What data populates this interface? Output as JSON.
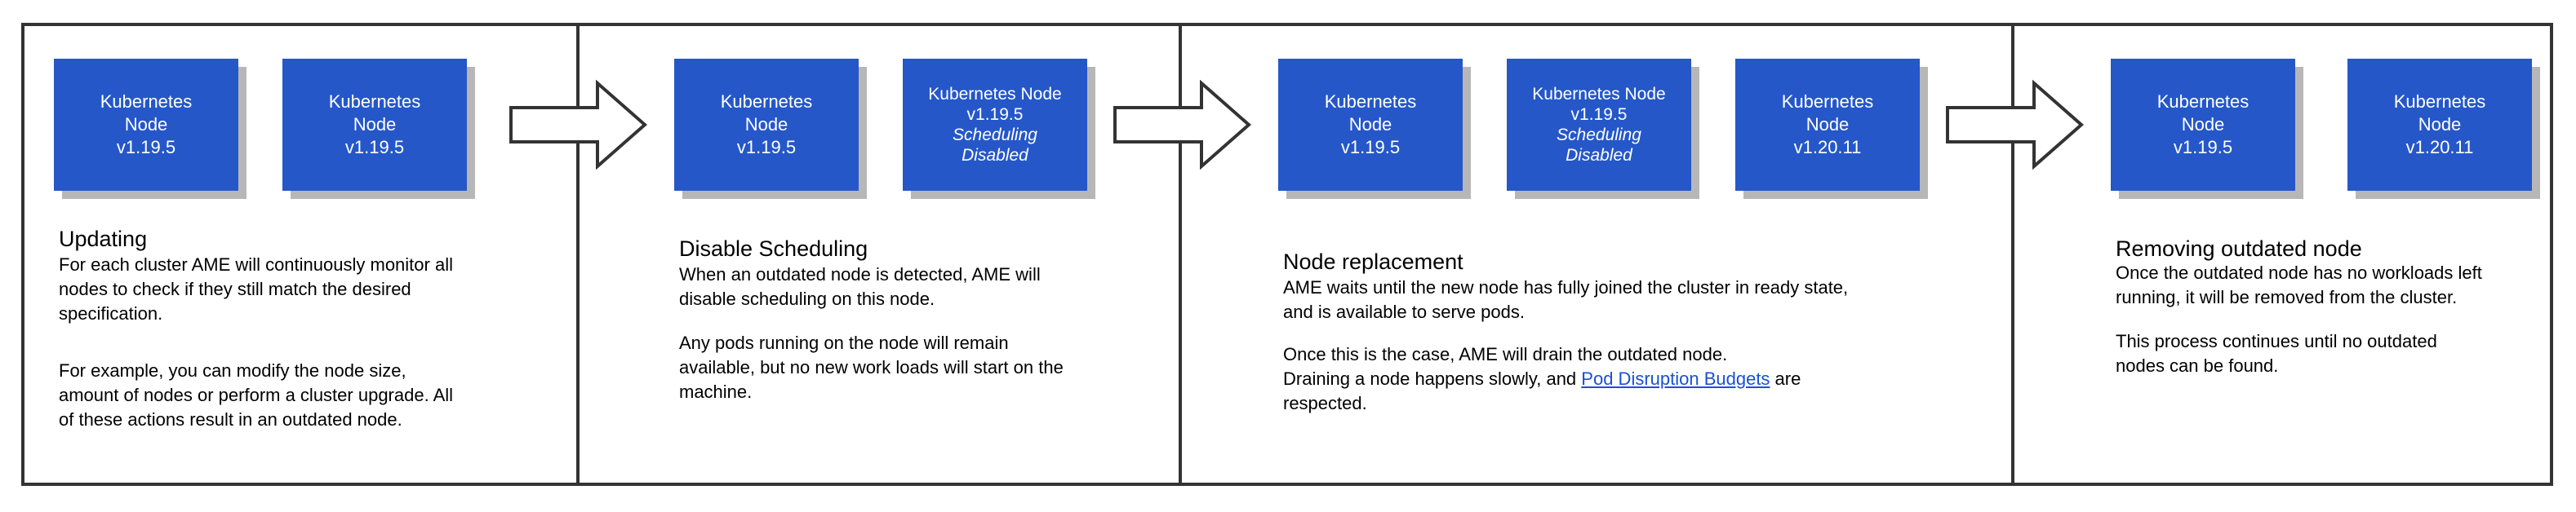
{
  "panels": [
    {
      "title": "Updating",
      "paragraphs": [
        "For each cluster AME will continuously monitor all\nnodes to check if they still match the desired\nspecification.",
        "For example, you can modify the node size,\namount of nodes or perform a cluster upgrade. All\nof these actions result in an outdated node."
      ],
      "nodes": [
        {
          "lines": [
            "Kubernetes",
            "Node",
            "v1.19.5"
          ]
        },
        {
          "lines": [
            "Kubernetes",
            "Node",
            "v1.19.5"
          ]
        }
      ]
    },
    {
      "title": "Disable Scheduling",
      "paragraphs": [
        "When an outdated node is detected, AME will\ndisable scheduling on this node.",
        "Any pods running on the node will remain\navailable, but no new work loads will start on the\nmachine."
      ],
      "nodes": [
        {
          "lines": [
            "Kubernetes",
            "Node",
            "v1.19.5"
          ]
        },
        {
          "lines": [
            "Kubernetes Node",
            "v1.19.5"
          ],
          "italic_lines": [
            "Scheduling",
            "Disabled"
          ]
        }
      ]
    },
    {
      "title": "Node replacement",
      "paragraphs": [
        "AME waits until the new node has fully joined the cluster in ready state,\nand is available to serve pods.",
        "Once this is the case, AME will drain the outdated node.\nDraining a node happens slowly, and"
      ],
      "link_text": "Pod Disruption Budgets",
      "after_link": " are",
      "last_line": "respected.",
      "nodes": [
        {
          "lines": [
            "Kubernetes",
            "Node",
            "v1.19.5"
          ]
        },
        {
          "lines": [
            "Kubernetes Node",
            "v1.19.5"
          ],
          "italic_lines": [
            "Scheduling",
            "Disabled"
          ]
        },
        {
          "lines": [
            "Kubernetes",
            "Node",
            "v1.20.11"
          ]
        }
      ]
    },
    {
      "title": "Removing outdated node",
      "paragraphs": [
        "Once the outdated node has no workloads left\nrunning, it will be removed from the cluster.",
        "This process continues until no outdated\nnodes can be found."
      ],
      "nodes": [
        {
          "lines": [
            "Kubernetes",
            "Node",
            "v1.19.5"
          ]
        },
        {
          "lines": [
            "Kubernetes",
            "Node",
            "v1.20.11"
          ]
        }
      ]
    }
  ],
  "colors": {
    "node_fill": "#2557c9",
    "node_shadow": "#b7b7b7",
    "border": "#333333",
    "link": "#1a4fd8"
  }
}
